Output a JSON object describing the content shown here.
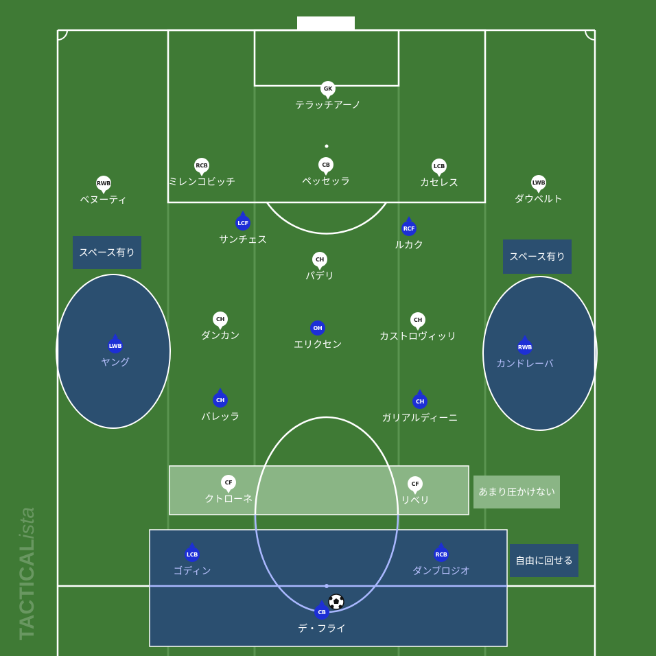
{
  "colors": {
    "pitch": "#3f7a35",
    "stripe": "#4a8340",
    "lines": "#ffffff",
    "team_white": "#ffffff",
    "team_blue": "#1d2fd6",
    "zone_dark": "#2b4f70",
    "zone_light": "#8ab585"
  },
  "watermark": {
    "main": "TACTICAL",
    "suffix": "ista"
  },
  "notes": {
    "space_left": "スペース有り",
    "space_right": "スペース有り",
    "no_press": "あまり圧かけない",
    "free_circulation": "自由に回せる"
  },
  "players_white": [
    {
      "pos": "GK",
      "name": "テラッチアーノ"
    },
    {
      "pos": "CB",
      "name": "ペッセッラ"
    },
    {
      "pos": "RCB",
      "name": "ミレンコビッチ"
    },
    {
      "pos": "LCB",
      "name": "カセレス"
    },
    {
      "pos": "RWB",
      "name": "ベヌーティ"
    },
    {
      "pos": "LWB",
      "name": "ダウベルト"
    },
    {
      "pos": "CH",
      "name": "パデリ"
    },
    {
      "pos": "CH",
      "name": "ダンカン"
    },
    {
      "pos": "CH",
      "name": "カストロヴィッリ"
    },
    {
      "pos": "CF",
      "name": "クトローネ"
    },
    {
      "pos": "CF",
      "name": "リベリ"
    }
  ],
  "players_blue": [
    {
      "pos": "LCF",
      "name": "サンチェス"
    },
    {
      "pos": "RCF",
      "name": "ルカク"
    },
    {
      "pos": "OH",
      "name": "エリクセン"
    },
    {
      "pos": "LWB",
      "name": "ヤング"
    },
    {
      "pos": "RWB",
      "name": "カンドレーバ"
    },
    {
      "pos": "CH",
      "name": "バレッラ"
    },
    {
      "pos": "CH",
      "name": "ガリアルディーニ"
    },
    {
      "pos": "LCB",
      "name": "ゴディン"
    },
    {
      "pos": "RCB",
      "name": "ダンブロジオ"
    },
    {
      "pos": "CB",
      "name": "デ・フライ"
    }
  ]
}
